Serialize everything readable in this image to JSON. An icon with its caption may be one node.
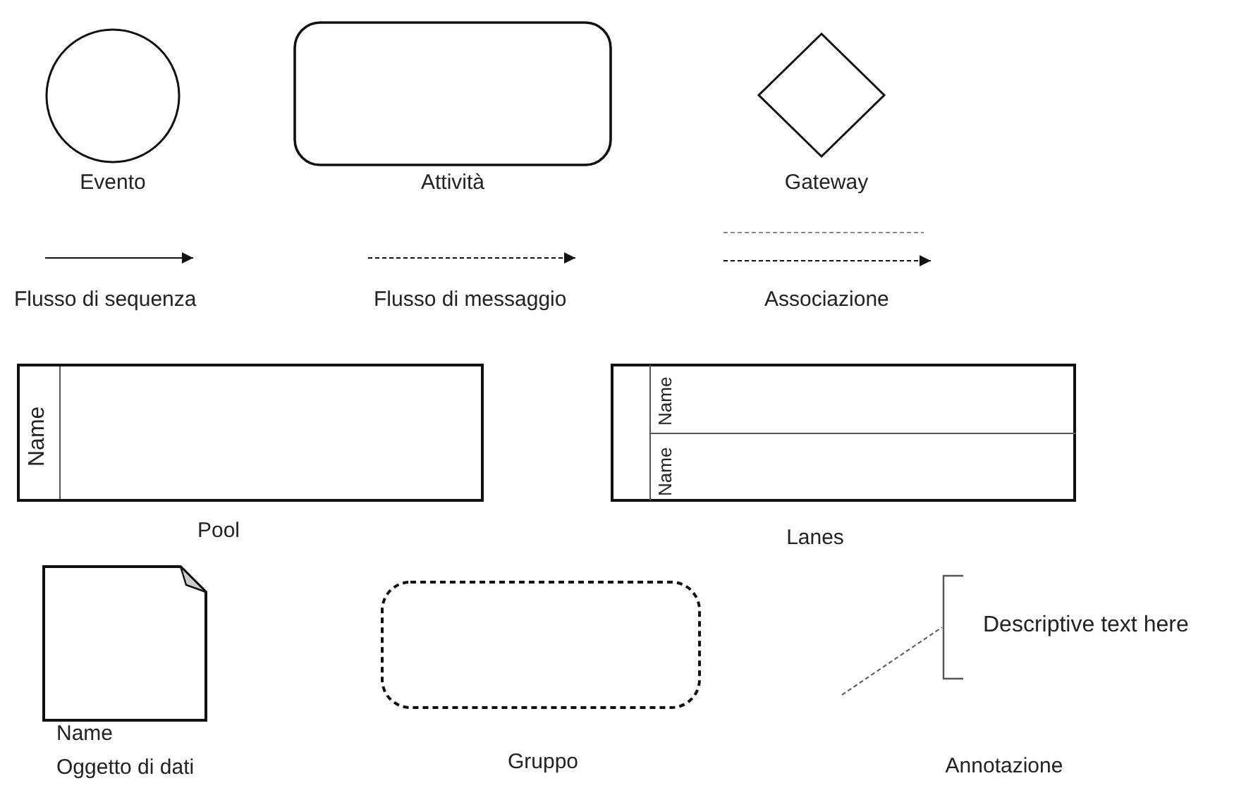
{
  "diagram": {
    "nodes": [
      {
        "text": [],
        "shape": "circle",
        "beside": [
          "Evento"
        ]
      },
      {
        "text": [],
        "shape": "box",
        "beside": [
          "Attività"
        ]
      },
      {
        "text": [],
        "shape": "diamond",
        "beside": [
          "Gateway"
        ]
      },
      {
        "text": [
          "Name"
        ],
        "beside": [
          "Pool"
        ]
      },
      {
        "text": [],
        "shape": "box",
        "beside": [
          "Lanes"
        ]
      },
      {
        "text": [
          "Name"
        ],
        "in": 4
      },
      {
        "text": [
          "Name"
        ],
        "in": 4
      },
      {
        "text": [],
        "shape": "document",
        "beside": [
          "Name",
          "Oggetto di dati"
        ]
      },
      {
        "text": [],
        "shape": "box",
        "beside": [
          "Gruppo"
        ]
      },
      {
        "text": [
          "Descriptive text here"
        ],
        "beside": [
          "Annotazione"
        ]
      }
    ],
    "edges": [
      {
        "from": null,
        "to": 9,
        "arrow": "none",
        "style": "dashed"
      }
    ],
    "legend": [
      {
        "text": "Flusso di sequenza"
      },
      {
        "text": "Flusso di messaggio"
      },
      {
        "text": "Associazione"
      }
    ]
  }
}
